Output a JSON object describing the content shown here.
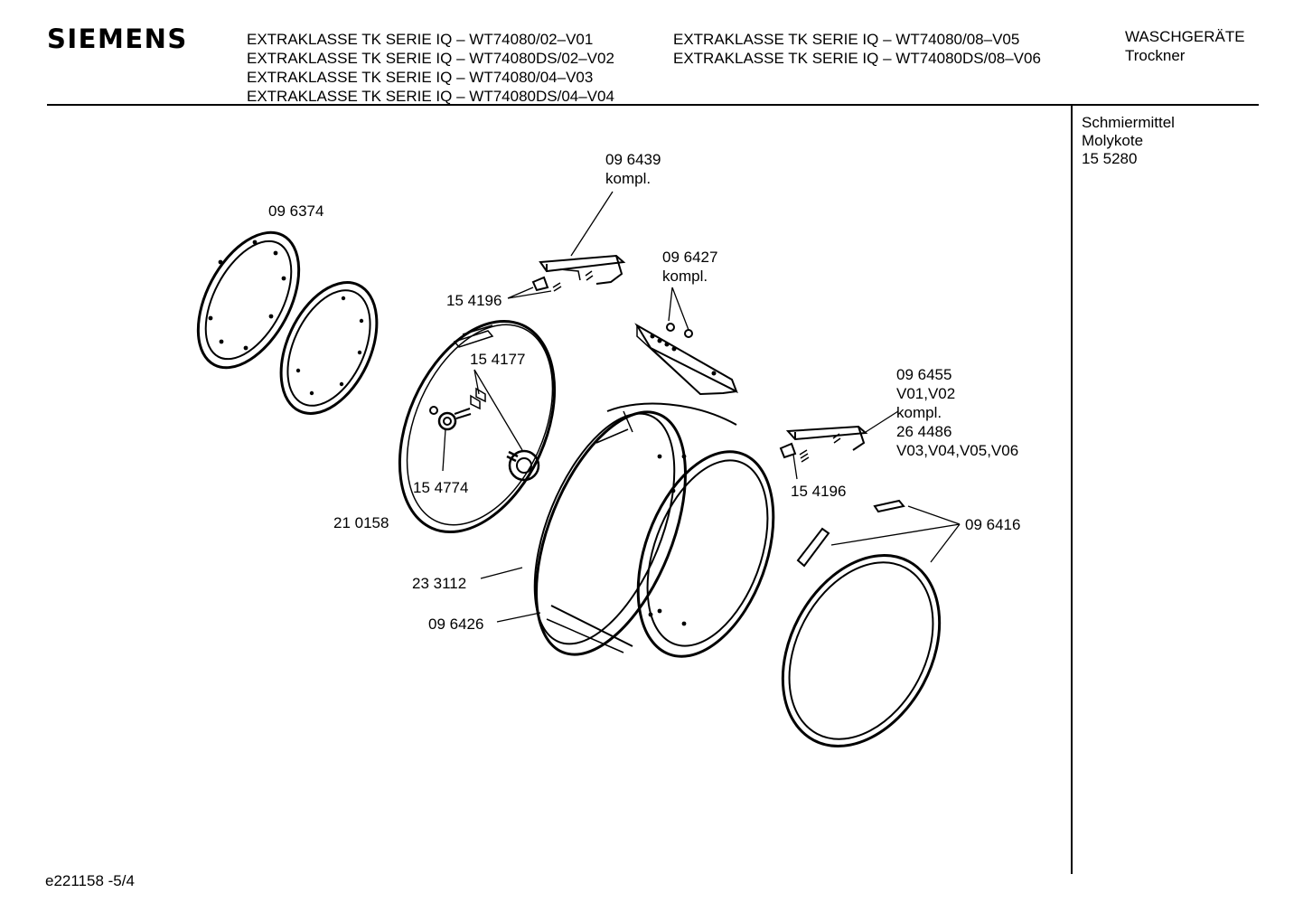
{
  "brand": "SIEMENS",
  "models_left": [
    "EXTRAKLASSE TK SERIE IQ – WT74080/02–V01",
    "EXTRAKLASSE TK SERIE IQ – WT74080DS/02–V02",
    "EXTRAKLASSE TK SERIE IQ – WT74080/04–V03",
    "EXTRAKLASSE TK SERIE IQ – WT74080DS/04–V04"
  ],
  "models_right": [
    "EXTRAKLASSE TK SERIE IQ – WT74080/08–V05",
    "EXTRAKLASSE TK SERIE IQ – WT74080DS/08–V06"
  ],
  "category": {
    "group": "WASCHGERÄTE",
    "type": "Trockner"
  },
  "lubricant": {
    "label": "Schmiermittel",
    "name": "Molykote",
    "part": "15 5280"
  },
  "footer_code": "e221158 -5/4",
  "callouts": {
    "p096374": "09 6374",
    "p096439": [
      "09 6439",
      "kompl."
    ],
    "p154196_top": "15 4196",
    "p096427": [
      "09 6427",
      "kompl."
    ],
    "p154177": "15 4177",
    "p154774": "15 4774",
    "p210158": "21 0158",
    "p096455": [
      "09 6455",
      "V01,V02",
      "kompl.",
      "26 4486",
      "V03,V04,V05,V06"
    ],
    "p154196_right": "15 4196",
    "p096416": "09 6416",
    "p233112": "23 3112",
    "p096426": "09 6426"
  }
}
